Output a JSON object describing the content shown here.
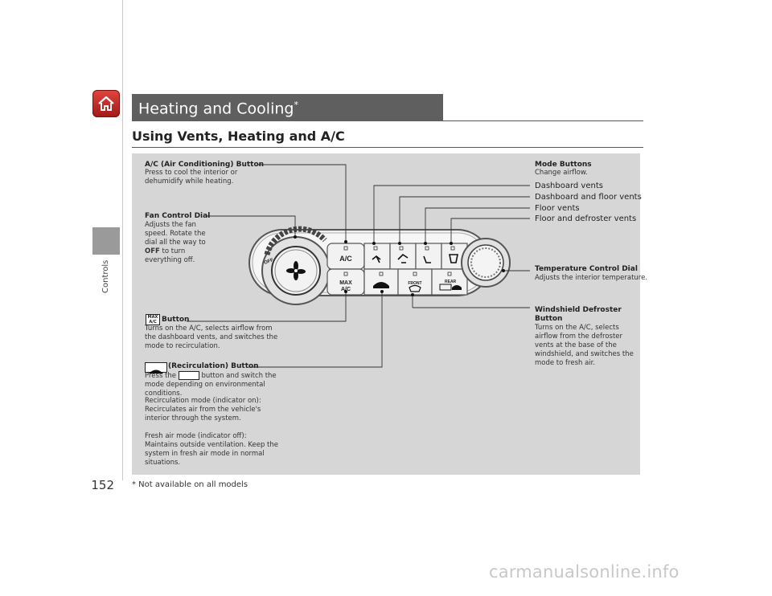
{
  "page": {
    "number": "152",
    "section_side": "Controls",
    "title": "Heating and Cooling",
    "title_mark": "*",
    "section_heading": "Using Vents, Heating and A/C",
    "footnote": "* Not available on all models",
    "watermark": "carmanualsonline.info"
  },
  "panel_labels": {
    "ac_button": "A/C",
    "max_top": "MAX",
    "max_bottom": "A/C",
    "off": "OFF",
    "front": "FRONT",
    "rear": "REAR"
  },
  "callouts": {
    "ac": {
      "title": "A/C (Air Conditioning) Button",
      "body": "Press to cool the interior or dehumidify while heating."
    },
    "fan": {
      "title": "Fan Control Dial",
      "body_1": "Adjusts the fan speed.",
      "body_2": "Rotate the dial all the way to",
      "body_off": "OFF",
      "body_3": "to turn everything off."
    },
    "max_ac": {
      "icon_top": "MAX",
      "icon_bottom": "A/C",
      "title": "Button",
      "body": "Turns on the A/C, selects airflow from the dashboard vents, and switches the mode to recirculation."
    },
    "recirc": {
      "title": "(Recirculation) Button",
      "body_pre": "Press the",
      "body_post": "button and switch the mode depending on environmental conditions.",
      "on_1": "Recirculation mode (indicator on):",
      "on_2": "Recirculates air from the vehicle's interior through the system.",
      "off_1": "Fresh air mode (indicator off):",
      "off_2": "Maintains outside ventilation. Keep the system in fresh air mode in normal situations."
    },
    "mode": {
      "title": "Mode Buttons",
      "body": "Change airflow.",
      "items": [
        "Dashboard vents",
        "Dashboard and floor vents",
        "Floor vents",
        "Floor and defroster vents"
      ]
    },
    "temp": {
      "title": "Temperature Control Dial",
      "body": "Adjusts the interior temperature."
    },
    "defrost": {
      "title": "Windshield Defroster Button",
      "body": "Turns on the A/C, selects airflow from the defroster vents at the base of the windshield, and switches the mode to fresh air."
    }
  }
}
